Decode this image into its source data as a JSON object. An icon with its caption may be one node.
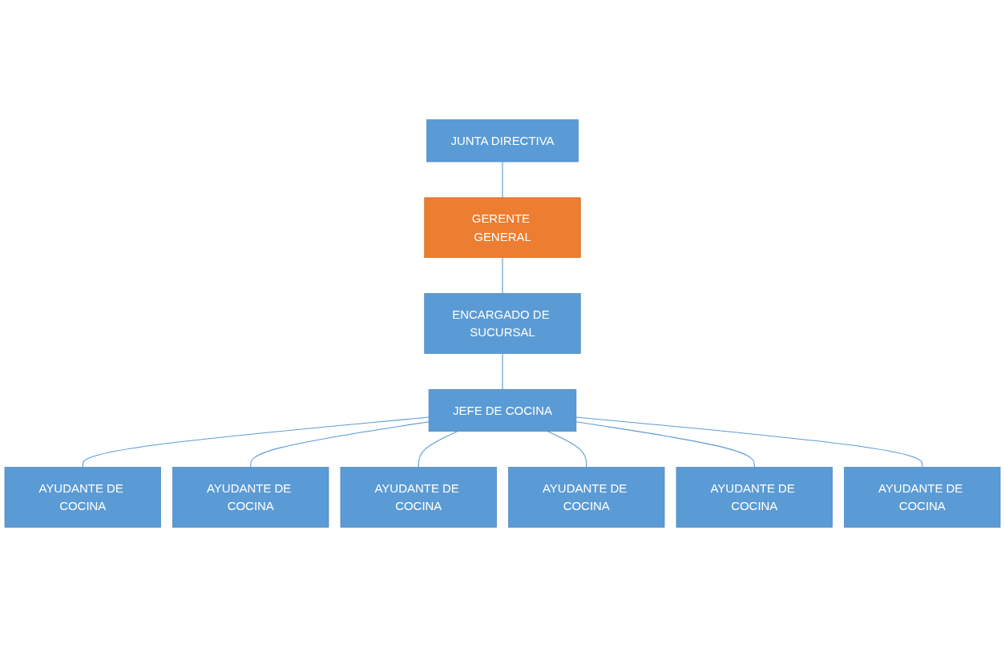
{
  "diagram": {
    "nodes": [
      {
        "text": [
          "JUNTA DIRECTIVA"
        ]
      },
      {
        "text": [
          "GERENTE GENERAL"
        ]
      },
      {
        "text": [
          "ENCARGADO DE SUCURSAL"
        ]
      },
      {
        "text": [
          "JEFE DE COCINA"
        ]
      },
      {
        "text": [
          "AYUDANTE DE COCINA"
        ]
      },
      {
        "text": [
          "AYUDANTE DE COCINA"
        ]
      },
      {
        "text": [
          "AYUDANTE DE COCINA"
        ]
      },
      {
        "text": [
          "AYUDANTE DE COCINA"
        ]
      },
      {
        "text": [
          "AYUDANTE DE COCINA"
        ]
      },
      {
        "text": [
          "AYUDANTE DE COCINA"
        ]
      }
    ],
    "edges": [
      {
        "from": 0,
        "to": 1,
        "arrow": "none"
      },
      {
        "from": 1,
        "to": 2,
        "arrow": "none"
      },
      {
        "from": 2,
        "to": 3,
        "arrow": "none"
      },
      {
        "from": 3,
        "to": 4,
        "arrow": "none"
      },
      {
        "from": 3,
        "to": 5,
        "arrow": "none"
      },
      {
        "from": 3,
        "to": 6,
        "arrow": "none"
      },
      {
        "from": 3,
        "to": 7,
        "arrow": "none"
      },
      {
        "from": 3,
        "to": 8,
        "arrow": "none"
      },
      {
        "from": 3,
        "to": 9,
        "arrow": "none"
      }
    ]
  }
}
